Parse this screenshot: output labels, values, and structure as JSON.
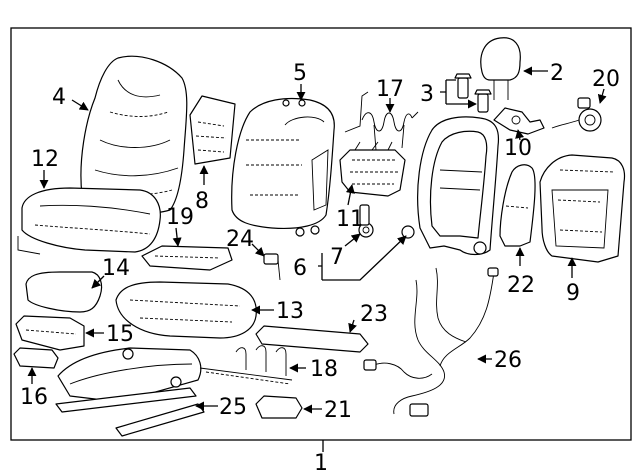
{
  "diagram": {
    "assembly_callout": "1",
    "callouts": {
      "p2": "2",
      "p3": "3",
      "p4": "4",
      "p5": "5",
      "p6": "6",
      "p7": "7",
      "p8": "8",
      "p9": "9",
      "p10": "10",
      "p11": "11",
      "p12": "12",
      "p13": "13",
      "p14": "14",
      "p15": "15",
      "p16": "16",
      "p17": "17",
      "p18": "18",
      "p19": "19",
      "p20": "20",
      "p21": "21",
      "p22": "22",
      "p23": "23",
      "p24": "24",
      "p25": "25",
      "p26": "26"
    }
  }
}
